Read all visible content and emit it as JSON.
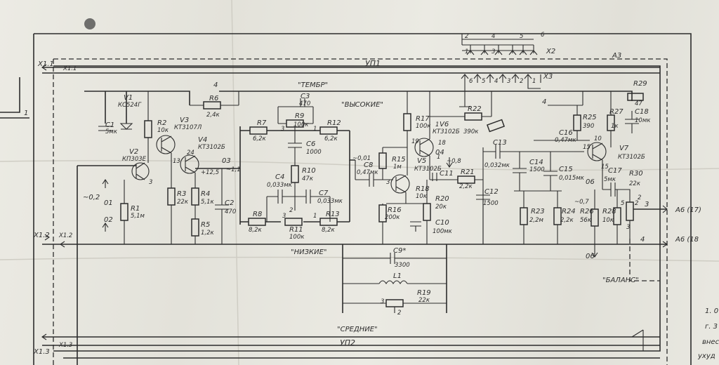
{
  "connectors": {
    "x1_1_left": "X1.1",
    "x1_1_right": "X1.1",
    "x1_2_left": "X1.2",
    "x1_2_right": "X1.2",
    "x1_3_left": "X1.3",
    "x1_3_right": "X1.3",
    "x2": "X2",
    "x3": "X3",
    "a3": "A3",
    "up1": "УП1",
    "up2": "УП2",
    "a6_17": "A6 (17)",
    "a6_18": "A6 (18",
    "pin1": "1"
  },
  "sections": {
    "timbre": "\"ТЕМБР\"",
    "high": "\"ВЫСОКИЕ\"",
    "low": "\"НИЗКИЕ\"",
    "mid": "\"СРЕДНИЕ\"",
    "balance": "\"БАЛАНС\""
  },
  "x2_pins": [
    "1",
    "2",
    "3",
    "4",
    "5",
    "6"
  ],
  "x3_pins": [
    "6",
    "5",
    "4",
    "3",
    "2",
    "1"
  ],
  "components": {
    "V1": "V1",
    "V1_val": "КС524Г",
    "C1": "C1",
    "C1_val": "5мк",
    "V2": "V2",
    "V2_val": "КП303Е",
    "R1": "R1",
    "R1_val": "5,1м",
    "R2": "R2",
    "R2_val": "10к",
    "V3": "V3",
    "V3_val": "КТ3107Л",
    "V4": "V4",
    "V4_val": "КТ3102Б",
    "R3": "R3",
    "R3_val": "22к",
    "R4": "R4",
    "R4_val": "5,1к",
    "R5": "R5",
    "R5_val": "1,2к",
    "R6": "R6",
    "R6_val": "2,4к",
    "C2": "C2",
    "C2_val": "470",
    "R7": "R7",
    "R7_val": "6,2к",
    "R8": "R8",
    "R8_val": "8,2к",
    "R9": "R9",
    "R9_val": "100к",
    "C3": "C3",
    "C3_val": "470",
    "C4": "C4",
    "C4_val": "0,033мк",
    "C6": "C6",
    "C6_val": "1000",
    "C7": "C7",
    "C7_val": "0,033мк",
    "R10": "R10",
    "R10_val": "47к",
    "R11": "R11",
    "R11_val": "100к",
    "R12": "R12",
    "R12_val": "6,2к",
    "R13": "R13",
    "R13_val": "8,2к",
    "C8": "C8",
    "C8_val": "0,47мк",
    "R15": "R15",
    "R15_val": "1м",
    "R16": "R16",
    "R16_val": "200к",
    "R17": "R17",
    "R17_val": "100к",
    "V5": "V5",
    "V5_val": "КТ3102Б",
    "V6": "V6",
    "V6_val": "КТ3102Б",
    "R18": "R18",
    "R18_val": "10к",
    "R20": "R20",
    "R20_val": "20к",
    "C10": "C10",
    "C10_val": "100мк",
    "C11": "C11",
    "R21": "R21",
    "R21_val": "2,2к",
    "R22": "R22",
    "R22_val": "390к",
    "C12": "C12",
    "C12_val": "1500",
    "C13": "C13",
    "C13_val": "0,032мк",
    "C14": "C14",
    "C14_val": "1500",
    "C15": "C15",
    "C15_val": "0,015мк",
    "R23": "R23",
    "R23_val": "2,2м",
    "R24": "R24",
    "R24_val": "2,2к",
    "R25": "R25",
    "R25_val": "390",
    "R26": "R26",
    "R26_val": "56к",
    "R27": "R27",
    "R27_val": "1к",
    "R28": "R28",
    "R28_val": "10к",
    "R29": "R29",
    "R29_val": "47",
    "R30": "R30",
    "R30_val": "22к",
    "C16": "C16",
    "C16_val": "0,47мк",
    "C17": "C17",
    "C17_val": "5мк",
    "C18": "C18",
    "C18_val": "10мк",
    "V7": "V7",
    "V7_val": "КТ3102Б",
    "C9": "C9*",
    "C9_val": "3300",
    "L1": "L1",
    "R19": "R19",
    "R19_val": "22к"
  },
  "nodes": {
    "n01": "01",
    "n02": "02",
    "n03": "03",
    "n04": "04",
    "n06": "06",
    "n06b": "06",
    "v_02": "~0,2",
    "v_11": "~1,1",
    "v_12_5": "+12,5",
    "v_001": "~0,01",
    "v_08": "~0,8",
    "v_07": "~0,7",
    "plus4_left": "4",
    "plus4_right": "4"
  },
  "pins": {
    "p3": "3",
    "p13": "13",
    "p24": "24",
    "p19": "19",
    "p18": "18",
    "p15": "15",
    "p10": "10",
    "p1a": "1",
    "p2a": "2",
    "p3a": "3",
    "p1b": "1",
    "p2b": "2",
    "p3b": "3",
    "p2c": "2",
    "p3c": "3",
    "p4": "4",
    "p5": "5",
    "p1d": "1",
    "p2d": "2",
    "p3d": "3",
    "p1": "1",
    "p2": "2"
  },
  "margin_notes": [
    "1. 0",
    "г. 3",
    "внес",
    "ухуд"
  ]
}
